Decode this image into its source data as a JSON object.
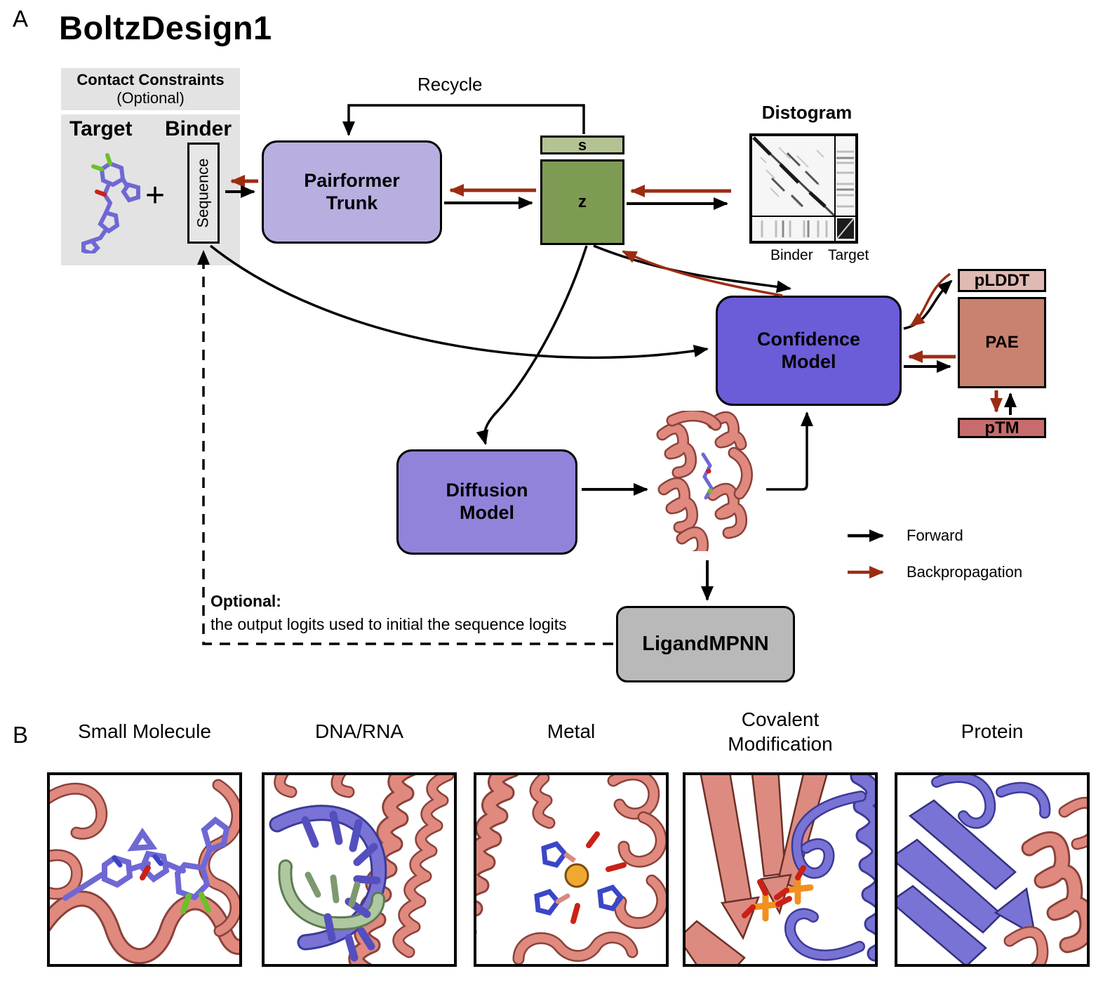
{
  "panelA": {
    "label": "A",
    "title": "BoltzDesign1",
    "contact_box": {
      "title": "Contact Constraints",
      "subtitle": "(Optional)",
      "target": "Target",
      "binder": "Binder",
      "plus": "+",
      "sequence": "Sequence"
    },
    "recycle": "Recycle",
    "pairformer": {
      "line1": "Pairformer",
      "line2": "Trunk"
    },
    "s_label": "s",
    "z_label": "z",
    "distogram": {
      "title": "Distogram",
      "binder": "Binder",
      "target": "Target"
    },
    "confidence": {
      "line1": "Confidence",
      "line2": "Model"
    },
    "outputs": {
      "plddt": "pLDDT",
      "pae": "PAE",
      "ptm": "pTM"
    },
    "diffusion": {
      "line1": "Diffusion",
      "line2": "Model"
    },
    "ligandmpnn": "LigandMPNN",
    "optional_note": {
      "title": "Optional:",
      "body": "the output logits used to initial the sequence logits"
    },
    "legend": {
      "forward": "Forward",
      "backprop": "Backpropagation"
    }
  },
  "panelB": {
    "label": "B",
    "items": [
      {
        "label": "Small Molecule"
      },
      {
        "label": "DNA/RNA"
      },
      {
        "label": "Metal"
      },
      {
        "label": "Covalent Modification"
      },
      {
        "label": "Protein"
      }
    ]
  },
  "colors": {
    "pairformer_box": "#b8afe0",
    "diffusion_box": "#9283da",
    "confidence_box": "#6b5cd8",
    "ligandmpnn_box": "#b9b9b9",
    "s_bar": "#b4c394",
    "z_box": "#7e9b54",
    "plddt_box": "#debab2",
    "pae_box": "#c98270",
    "ptm_box": "#c76c6c",
    "forward_arrow": "#000000",
    "backprop_arrow": "#9b2c13",
    "protein_ribbon": "#e0897f",
    "binder_ribbon": "#7a73d6",
    "nucleic_green": "#aec9a0",
    "metal_ion": "#f0a930"
  }
}
